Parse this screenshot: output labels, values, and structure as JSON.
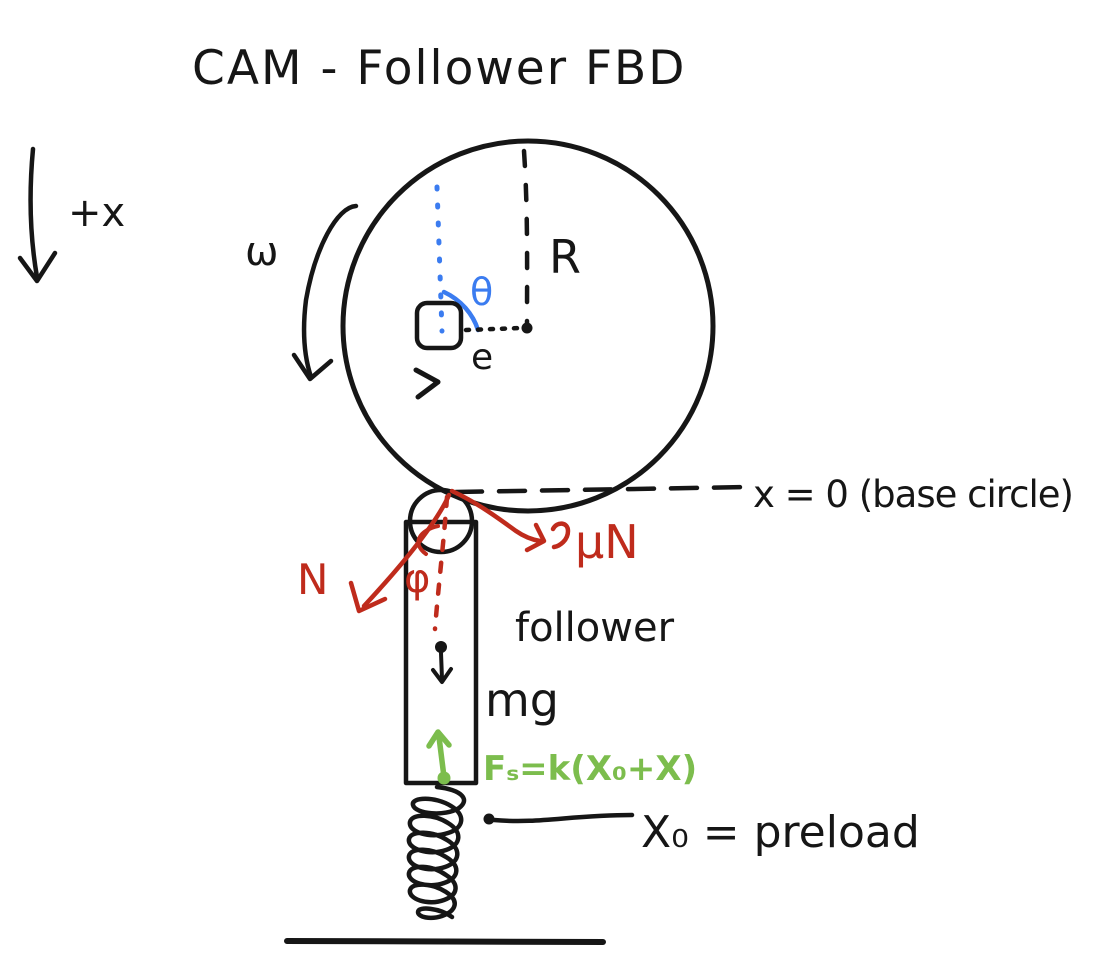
{
  "title": "CAM - Follower FBD",
  "colors": {
    "ink": "#161616",
    "blue": "#3b7cf0",
    "red": "#bf2b1c",
    "green": "#7cbd4d",
    "background": "#ffffff"
  },
  "axis": {
    "label": "+x",
    "direction": "down"
  },
  "cam": {
    "omega_label": "ω",
    "radius_label": "R",
    "theta_label": "θ",
    "eccentricity_label": "e"
  },
  "baseline": {
    "label": "x = 0 (base circle)"
  },
  "forces": {
    "normal": "N",
    "friction": "μN",
    "pressure_angle": "φ",
    "weight": "mg",
    "spring": "Fₛ=k(X₀+X)"
  },
  "follower": {
    "label": "follower"
  },
  "spring": {
    "preload_label": "X₀ = preload"
  }
}
